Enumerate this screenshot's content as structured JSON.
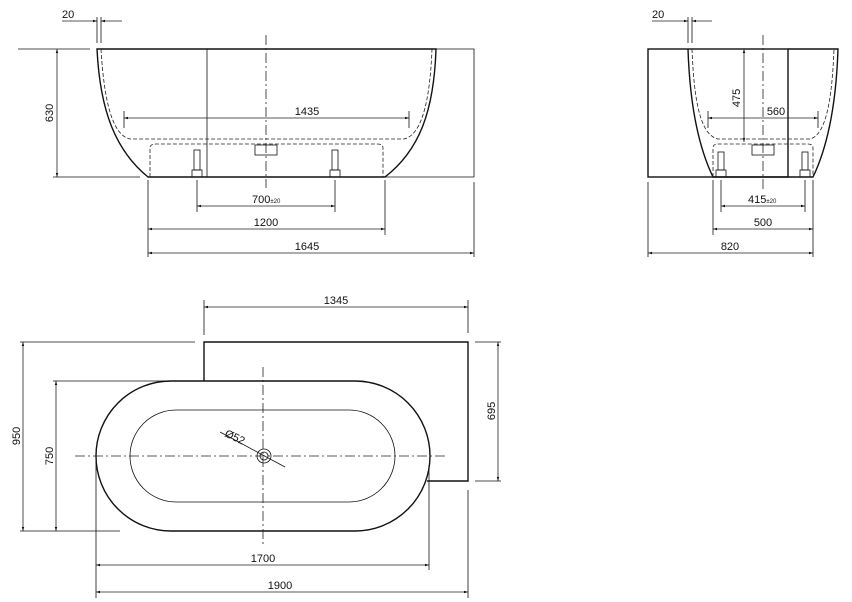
{
  "side_view": {
    "rim_width": "20",
    "height": "630",
    "inner_length": "1435",
    "feet_spacing": "700",
    "feet_tolerance": "±20",
    "base_length": "1200",
    "overall_length": "1645"
  },
  "end_view": {
    "rim_width": "20",
    "depth": "475",
    "inner_width": "560",
    "feet_spacing": "415",
    "feet_tolerance": "±20",
    "base_width": "500",
    "overall_width": "820"
  },
  "top_view": {
    "panel_length": "1345",
    "overall_depth": "950",
    "tub_width": "750",
    "panel_depth": "695",
    "drain_diameter": "Ø52",
    "tub_length": "1700",
    "overall_length": "1900"
  }
}
